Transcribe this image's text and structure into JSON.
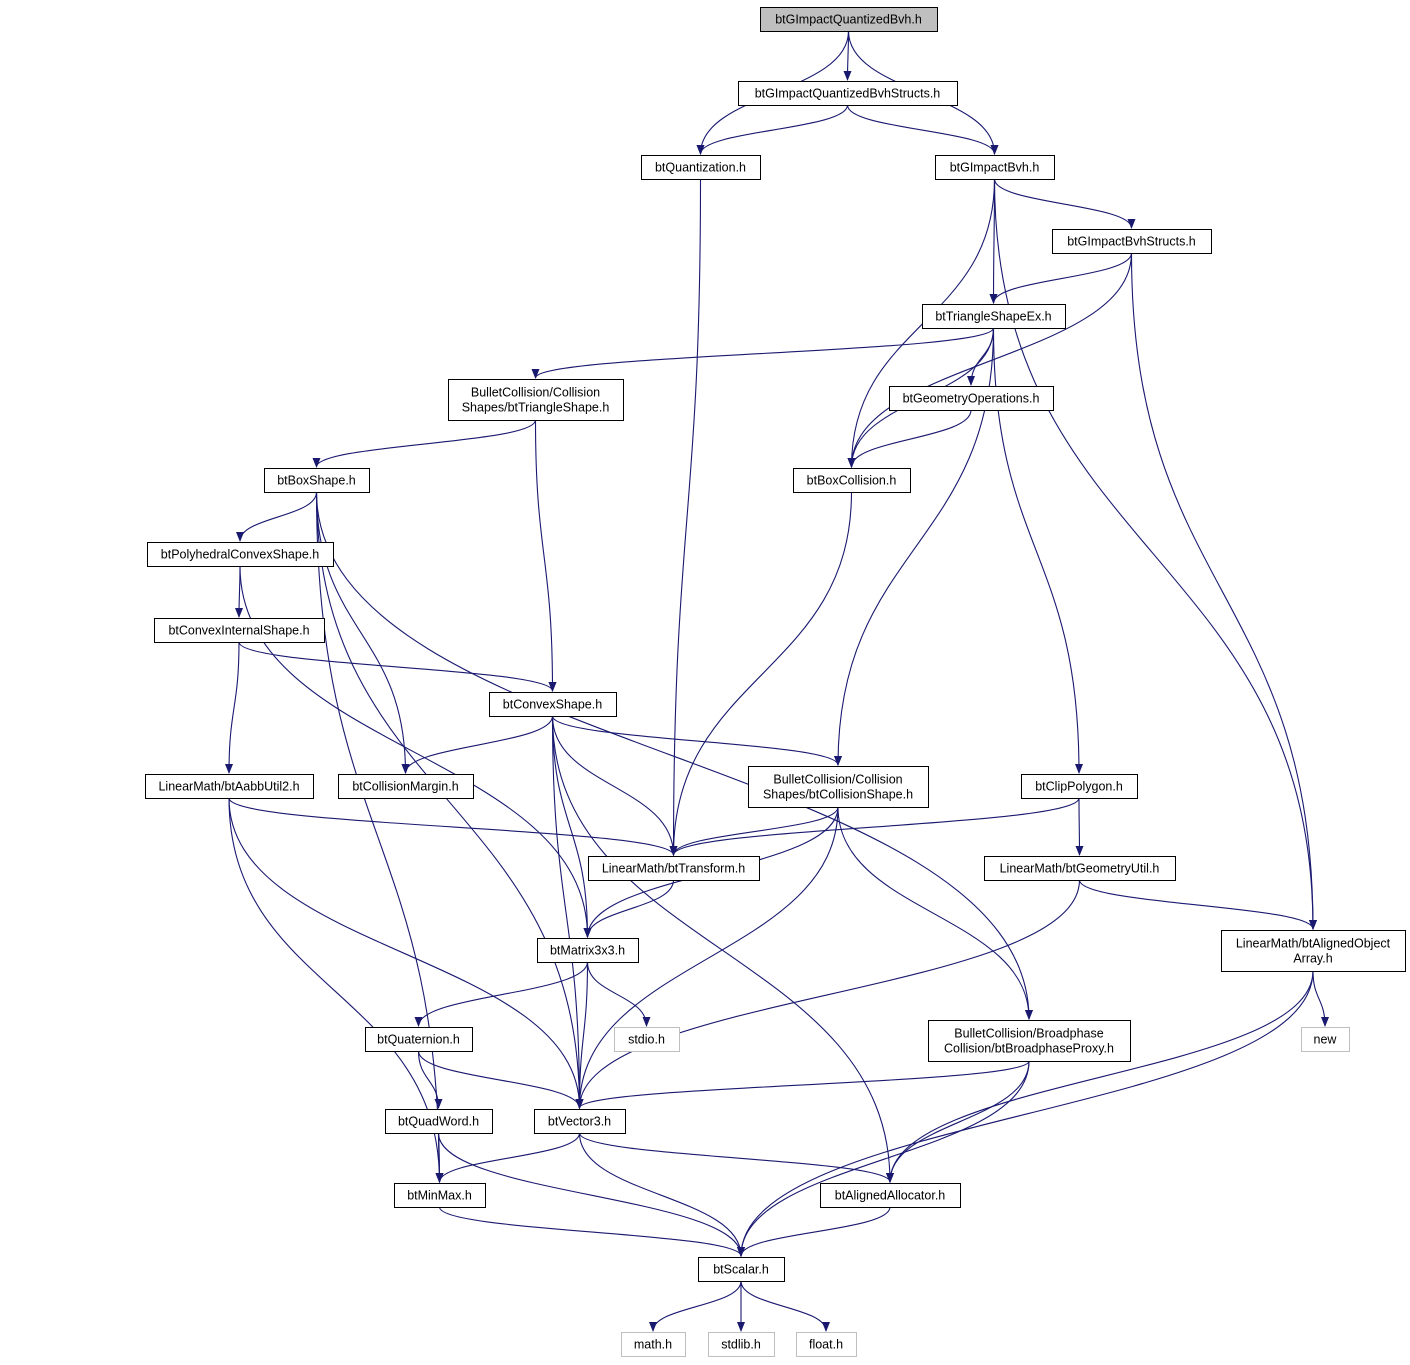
{
  "nodes": [
    {
      "id": "root",
      "lines": [
        "btGImpactQuantizedBvh.h"
      ],
      "kind": "root"
    },
    {
      "id": "qstr",
      "lines": [
        "btGImpactQuantizedBvhStructs.h"
      ]
    },
    {
      "id": "quant",
      "lines": [
        "btQuantization.h"
      ]
    },
    {
      "id": "gbvh",
      "lines": [
        "btGImpactBvh.h"
      ]
    },
    {
      "id": "gbstr",
      "lines": [
        "btGImpactBvhStructs.h"
      ]
    },
    {
      "id": "tsex",
      "lines": [
        "btTriangleShapeEx.h"
      ]
    },
    {
      "id": "trish",
      "lines": [
        "BulletCollision/Collision",
        "Shapes/btTriangleShape.h"
      ]
    },
    {
      "id": "geoops",
      "lines": [
        "btGeometryOperations.h"
      ]
    },
    {
      "id": "boxcol",
      "lines": [
        "btBoxCollision.h"
      ]
    },
    {
      "id": "boxsh",
      "lines": [
        "btBoxShape.h"
      ]
    },
    {
      "id": "poly",
      "lines": [
        "btPolyhedralConvexShape.h"
      ]
    },
    {
      "id": "cint",
      "lines": [
        "btConvexInternalShape.h"
      ]
    },
    {
      "id": "cvx",
      "lines": [
        "btConvexShape.h"
      ]
    },
    {
      "id": "aabb",
      "lines": [
        "LinearMath/btAabbUtil2.h"
      ]
    },
    {
      "id": "margin",
      "lines": [
        "btCollisionMargin.h"
      ]
    },
    {
      "id": "colsh",
      "lines": [
        "BulletCollision/Collision",
        "Shapes/btCollisionShape.h"
      ]
    },
    {
      "id": "clip",
      "lines": [
        "btClipPolygon.h"
      ]
    },
    {
      "id": "xform",
      "lines": [
        "LinearMath/btTransform.h"
      ]
    },
    {
      "id": "geou",
      "lines": [
        "LinearMath/btGeometryUtil.h"
      ]
    },
    {
      "id": "aoa",
      "lines": [
        "LinearMath/btAlignedObject",
        "Array.h"
      ]
    },
    {
      "id": "mat",
      "lines": [
        "btMatrix3x3.h"
      ]
    },
    {
      "id": "quat",
      "lines": [
        "btQuaternion.h"
      ]
    },
    {
      "id": "stdio",
      "lines": [
        "stdio.h"
      ],
      "kind": "system"
    },
    {
      "id": "bproxy",
      "lines": [
        "BulletCollision/Broadphase",
        "Collision/btBroadphaseProxy.h"
      ]
    },
    {
      "id": "new",
      "lines": [
        "new"
      ],
      "kind": "system"
    },
    {
      "id": "qword",
      "lines": [
        "btQuadWord.h"
      ]
    },
    {
      "id": "vec3",
      "lines": [
        "btVector3.h"
      ]
    },
    {
      "id": "minmax",
      "lines": [
        "btMinMax.h"
      ]
    },
    {
      "id": "alloc",
      "lines": [
        "btAlignedAllocator.h"
      ]
    },
    {
      "id": "scalar",
      "lines": [
        "btScalar.h"
      ]
    },
    {
      "id": "math",
      "lines": [
        "math.h"
      ],
      "kind": "system"
    },
    {
      "id": "stdlib",
      "lines": [
        "stdlib.h"
      ],
      "kind": "system"
    },
    {
      "id": "float",
      "lines": [
        "float.h"
      ],
      "kind": "system"
    }
  ],
  "edges": [
    [
      "root",
      "qstr"
    ],
    [
      "root",
      "quant"
    ],
    [
      "root",
      "gbvh"
    ],
    [
      "qstr",
      "quant"
    ],
    [
      "qstr",
      "gbvh"
    ],
    [
      "quant",
      "xform"
    ],
    [
      "gbvh",
      "gbstr"
    ],
    [
      "gbvh",
      "tsex"
    ],
    [
      "gbvh",
      "boxcol"
    ],
    [
      "gbvh",
      "aoa"
    ],
    [
      "gbstr",
      "tsex"
    ],
    [
      "gbstr",
      "boxcol"
    ],
    [
      "gbstr",
      "aoa"
    ],
    [
      "tsex",
      "trish"
    ],
    [
      "tsex",
      "geoops"
    ],
    [
      "tsex",
      "boxcol"
    ],
    [
      "tsex",
      "colsh"
    ],
    [
      "tsex",
      "clip"
    ],
    [
      "trish",
      "boxsh"
    ],
    [
      "trish",
      "cvx"
    ],
    [
      "geoops",
      "boxcol"
    ],
    [
      "boxcol",
      "xform"
    ],
    [
      "boxsh",
      "poly"
    ],
    [
      "boxsh",
      "margin"
    ],
    [
      "boxsh",
      "bproxy"
    ],
    [
      "boxsh",
      "vec3"
    ],
    [
      "boxsh",
      "minmax"
    ],
    [
      "poly",
      "cint"
    ],
    [
      "poly",
      "mat"
    ],
    [
      "cint",
      "cvx"
    ],
    [
      "cint",
      "aabb"
    ],
    [
      "cvx",
      "margin"
    ],
    [
      "cvx",
      "colsh"
    ],
    [
      "cvx",
      "xform"
    ],
    [
      "cvx",
      "mat"
    ],
    [
      "cvx",
      "vec3"
    ],
    [
      "cvx",
      "alloc"
    ],
    [
      "aabb",
      "xform"
    ],
    [
      "aabb",
      "vec3"
    ],
    [
      "aabb",
      "minmax"
    ],
    [
      "colsh",
      "xform"
    ],
    [
      "colsh",
      "mat"
    ],
    [
      "colsh",
      "vec3"
    ],
    [
      "colsh",
      "bproxy"
    ],
    [
      "clip",
      "xform"
    ],
    [
      "clip",
      "geou"
    ],
    [
      "xform",
      "mat"
    ],
    [
      "geou",
      "vec3"
    ],
    [
      "geou",
      "aoa"
    ],
    [
      "aoa",
      "new"
    ],
    [
      "aoa",
      "alloc"
    ],
    [
      "aoa",
      "scalar"
    ],
    [
      "mat",
      "quat"
    ],
    [
      "mat",
      "stdio"
    ],
    [
      "mat",
      "vec3"
    ],
    [
      "quat",
      "qword"
    ],
    [
      "quat",
      "vec3"
    ],
    [
      "bproxy",
      "vec3"
    ],
    [
      "bproxy",
      "alloc"
    ],
    [
      "bproxy",
      "scalar"
    ],
    [
      "qword",
      "minmax"
    ],
    [
      "qword",
      "scalar"
    ],
    [
      "vec3",
      "minmax"
    ],
    [
      "vec3",
      "alloc"
    ],
    [
      "vec3",
      "scalar"
    ],
    [
      "minmax",
      "scalar"
    ],
    [
      "alloc",
      "scalar"
    ],
    [
      "scalar",
      "math"
    ],
    [
      "scalar",
      "stdlib"
    ],
    [
      "scalar",
      "float"
    ]
  ]
}
